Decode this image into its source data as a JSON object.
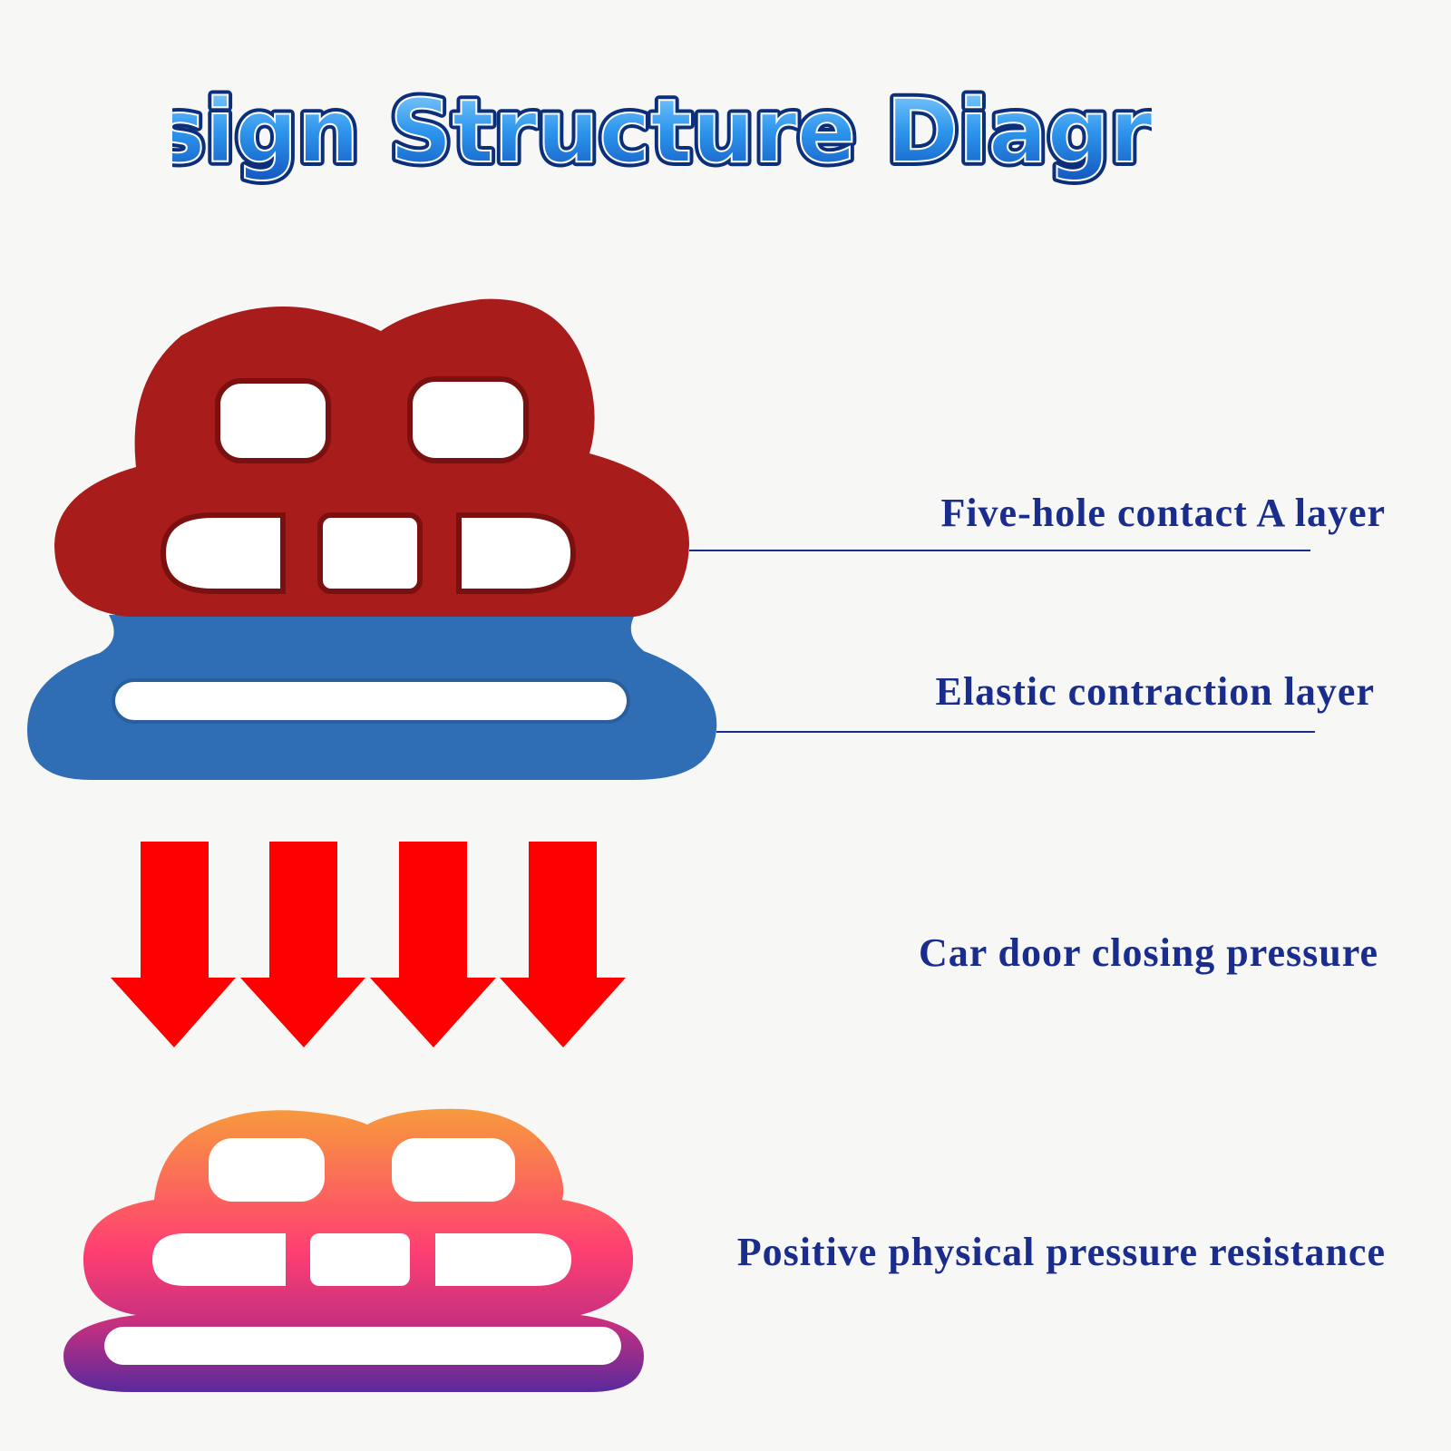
{
  "title": "Design Structure Diagram",
  "labels": {
    "top_layer": "Five-hole contact A layer",
    "bottom_layer": "Elastic contraction layer",
    "pressure": "Car door closing pressure",
    "resistance": "Positive physical pressure resistance"
  },
  "colors": {
    "title_blue": "#1e7fe0",
    "top_layer": "#a81c1c",
    "bottom_layer": "#2f6db5",
    "arrows": "#ff0000",
    "label_text": "#1a2d8c",
    "gradient_top": "#f79a3d",
    "gradient_mid": "#ff3f72",
    "gradient_bottom": "#6b2a9e"
  }
}
